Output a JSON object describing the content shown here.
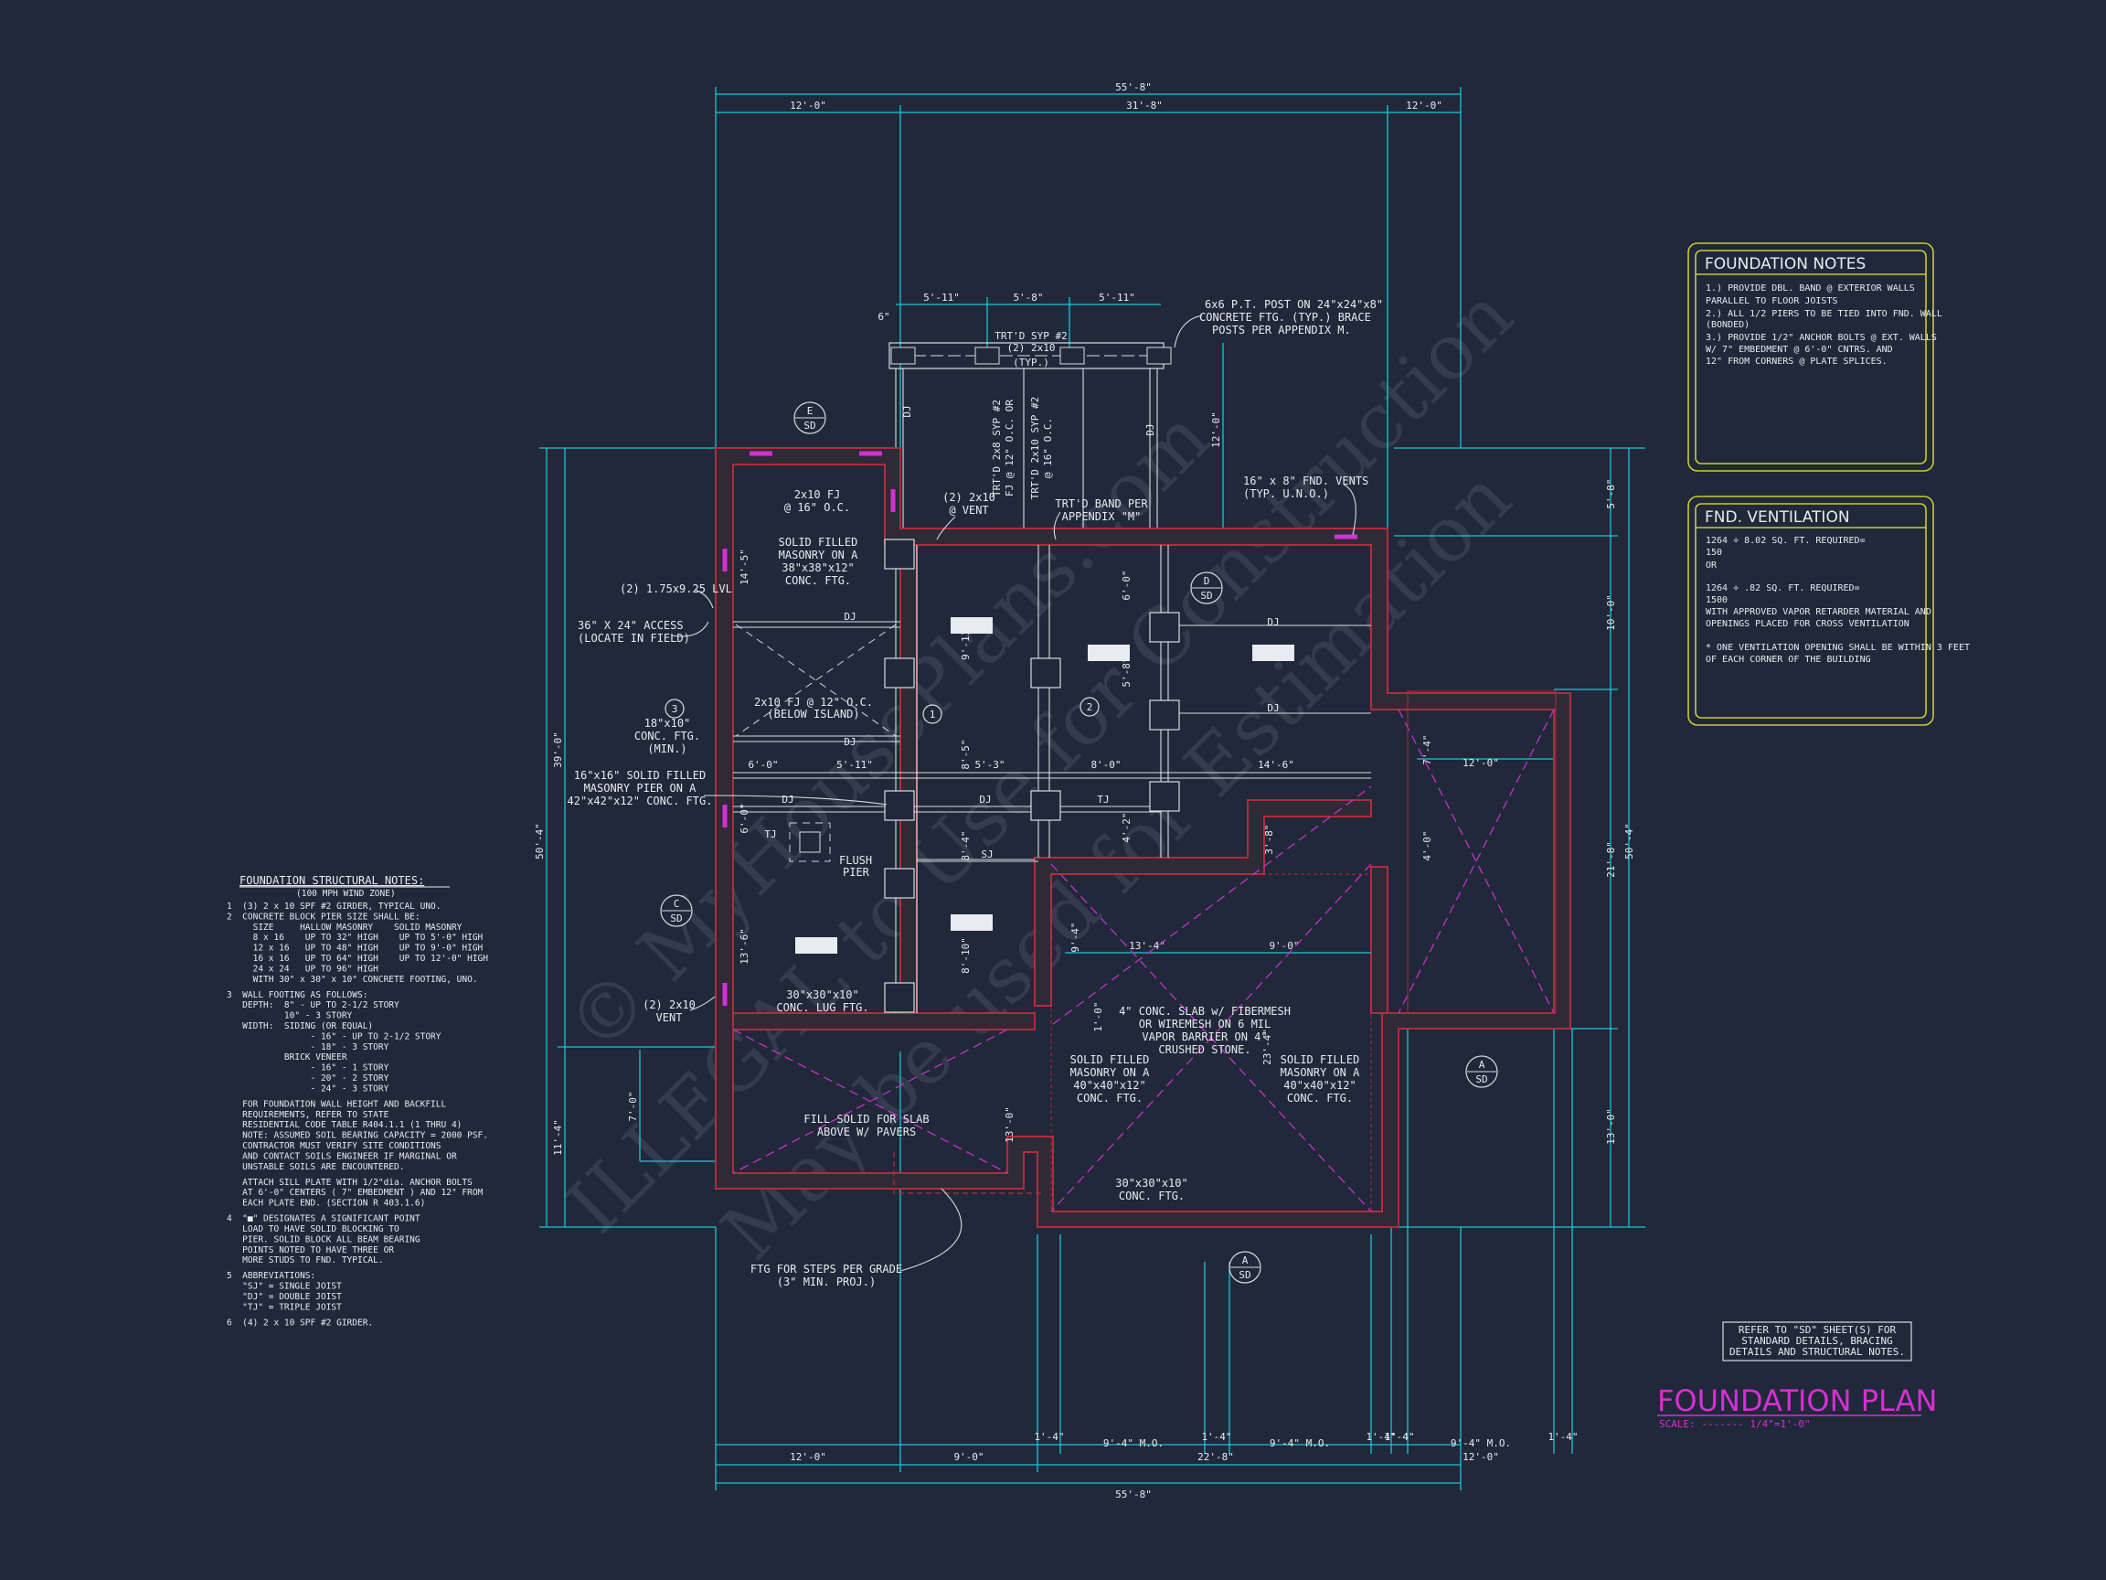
{
  "title": "FOUNDATION PLAN",
  "scale": "SCALE: ------- 1/4\"=1'-0\"",
  "refer_note": [
    "REFER TO \"SD\" SHEET(S) FOR",
    "STANDARD DETAILS, BRACING",
    "DETAILS AND STRUCTURAL NOTES."
  ],
  "watermarks": [
    "© MyHousePlans.com",
    "ILLEGAL to Use for Construction",
    "May be used for Estimation"
  ],
  "foundation_notes": {
    "title": "FOUNDATION NOTES",
    "lines": [
      "1.) PROVIDE DBL. BAND @ EXTERIOR WALLS",
      "    PARALLEL TO FLOOR JOISTS",
      "2.) ALL 1/2 PIERS TO BE TIED INTO FND. WALL",
      "    (BONDED)",
      "3.) PROVIDE 1/2\" ANCHOR BOLTS @ EXT. WALLS",
      "    W/ 7\" EMBEDMENT @ 6'-0\" CNTRS. AND",
      "    12\" FROM CORNERS @ PLATE SPLICES."
    ]
  },
  "fnd_ventilation": {
    "title": "FND. VENTILATION",
    "lines": [
      "1264 ÷ 8.02 SQ. FT. REQUIRED=",
      "150",
      "          OR",
      "1264 ÷ .82 SQ. FT. REQUIRED=",
      "1500",
      "WITH APPROVED VAPOR RETARDER MATERIAL AND",
      "OPENINGS PLACED FOR CROSS VENTILATION",
      "",
      "* ONE VENTILATION OPENING SHALL BE WITHIN 3 FEET",
      "  OF EACH CORNER OF THE BUILDING"
    ]
  },
  "structural_notes": {
    "title": "FOUNDATION STRUCTURAL NOTES:",
    "subtitle": "(100 MPH WIND ZONE)",
    "lines": [
      "1  (3) 2 x 10 SPF #2 GIRDER, TYPICAL UNO.",
      "2  CONCRETE BLOCK PIER SIZE SHALL BE:",
      "     SIZE     HALLOW MASONRY    SOLID MASONRY",
      "     8 x 16    UP TO 32\" HIGH    UP TO 5'-0\" HIGH",
      "     12 x 16   UP TO 48\" HIGH    UP TO 9'-0\" HIGH",
      "     16 x 16   UP TO 64\" HIGH    UP TO 12'-0\" HIGH",
      "     24 x 24   UP TO 96\" HIGH",
      "     WITH 30\" x 30\" x 10\" CONCRETE FOOTING, UNO.",
      "3  WALL FOOTING AS FOLLOWS:",
      "   DEPTH:  8\" - UP TO 2-1/2 STORY",
      "           10\" - 3 STORY",
      "   WIDTH:  SIDING (OR EQUAL)",
      "                - 16\" - UP TO 2-1/2 STORY",
      "                - 18\" - 3 STORY",
      "           BRICK VENEER",
      "                - 16\" - 1 STORY",
      "                - 20\" - 2 STORY",
      "                - 24\" - 3 STORY",
      "   FOR FOUNDATION WALL HEIGHT AND BACKFILL",
      "   REQUIREMENTS, REFER TO STATE",
      "   RESIDENTIAL CODE TABLE R404.1.1 (1 THRU 4)",
      "   NOTE: ASSUMED SOIL BEARING CAPACITY = 2000 PSF.",
      "   CONTRACTOR MUST VERIFY SITE CONDITIONS",
      "   AND CONTACT SOILS ENGINEER IF MARGINAL OR",
      "   UNSTABLE SOILS ARE ENCOUNTERED.",
      "   ATTACH SILL PLATE WITH 1/2\"dia. ANCHOR BOLTS",
      "   AT 6'-0\" CENTERS ( 7\" EMBEDMENT ) AND 12\" FROM",
      "   EACH PLATE END. (SECTION R 403.1.6)",
      "4  \"■\" DESIGNATES A SIGNIFICANT POINT",
      "   LOAD TO HAVE SOLID BLOCKING TO",
      "   PIER. SOLID BLOCK ALL BEAM BEARING",
      "   POINTS NOTED TO HAVE THREE OR",
      "   MORE STUDS TO FND. TYPICAL.",
      "5  ABBREVIATIONS:",
      "   \"SJ\" = SINGLE JOIST",
      "   \"DJ\" = DOUBLE JOIST",
      "   \"TJ\" = TRIPLE JOIST",
      "6  (4) 2 x 10 SPF #2 GIRDER."
    ]
  },
  "dimensions": {
    "overall_top": "55'-8\"",
    "top_left": "12'-0\"",
    "top_mid": "31'-8\"",
    "top_right": "12'-0\"",
    "porch_a": "5'-11\"",
    "porch_b": "5'-8\"",
    "porch_c": "5'-11\"",
    "porch_offset": "6\"",
    "overall_bottom": "55'-8\"",
    "bot_12a": "12'-0\"",
    "bot_9": "9'-0\"",
    "bot_22": "22'-8\"",
    "bot_12b": "12'-0\"",
    "bot_14a": "1'-4\"",
    "bot_9mo_a": "9'-4\" M.O.",
    "bot_14b": "1'-4\"",
    "bot_9mo_b": "9'-4\" M.O.",
    "bot_14c": "1'-4\"",
    "bot_14d": "1'-4\"",
    "bot_9mo_c": "9'-4\" M.O.",
    "bot_14e": "1'-4\"",
    "left_overall": "50'-4\"",
    "left_39": "39'-0\"",
    "left_114": "11'-4\"",
    "left_70": "7'-0\"",
    "right_overall": "50'-4\"",
    "right_58": "5'-8\"",
    "right_100": "10'-0\"",
    "right_218": "21'-8\"",
    "right_130": "13'-0\"",
    "right_120": "12'-0\"",
    "porch_side": "12'-0\"",
    "int_60": "6'-0\"",
    "int_511": "5'-11\"",
    "int_53": "5'-3\"",
    "int_80": "8'-0\"",
    "int_146": "14'-6\"",
    "int_135": "13'-4\"",
    "int_90": "9'-0\"",
    "int_145": "14'-5\"",
    "int_136": "13'-6\"",
    "int_85": "8'-5\"",
    "int_84": "8'-4\"",
    "int_810": "8'-10\"",
    "int_911": "9'-11\"",
    "int_60b": "6'-0\"",
    "int_58b": "5'-8\"",
    "int_42": "4'-2\"",
    "int_38": "3'-8\"",
    "int_40": "4'-0\"",
    "int_74": "7'-4\"",
    "int_94": "9'-4\"",
    "int_234": "23'-4\"",
    "int_130": "13'-0\"",
    "int_10": "1'-0\""
  },
  "callouts": {
    "post": [
      "6x6 P.T. POST ON 24\"x24\"x8\"",
      "CONCRETE FTG. (TYP.) BRACE",
      "POSTS PER APPENDIX M."
    ],
    "trtd_typ": [
      "TRT'D SYP #2",
      "(2) 2x10",
      "(TYP.)"
    ],
    "fj_vert": [
      "TRT'D 2x8 SYP #2",
      "FJ @ 12\" O.C. OR",
      "TRT'D 2x10 SYP #2",
      "@ 16\" O.C."
    ],
    "fj_2x10": [
      "2x10 FJ",
      "@ 16\" O.C."
    ],
    "vent_2x10": [
      "(2) 2x10",
      "@ VENT"
    ],
    "trtd_band": [
      "TRT'D BAND PER",
      "APPENDIX \"M\""
    ],
    "fnd_vents": [
      "16\" x 8\" FND. VENTS",
      "(TYP. U.N.O.)"
    ],
    "solid_filled_38": [
      "SOLID FILLED",
      "MASONRY ON A",
      "38\"x38\"x12\"",
      "CONC. FTG."
    ],
    "lvl": "(2) 1.75x9.25 LVL",
    "access": [
      "36\" X 24\" ACCESS",
      "(LOCATE IN FIELD)"
    ],
    "ftg_18": [
      "18\"x10\"",
      "CONC. FTG.",
      "(MIN.)"
    ],
    "fj_island": [
      "2x10 FJ @ 12\" O.C.",
      "(BELOW ISLAND)"
    ],
    "pier_16": [
      "16\"x16\" SOLID FILLED",
      "MASONRY PIER ON A",
      "42\"x42\"x12\" CONC. FTG."
    ],
    "flush_pier": [
      "FLUSH",
      "PIER"
    ],
    "lug_ftg": [
      "30\"x30\"x10\"",
      "CONC. LUG FTG."
    ],
    "vent_left": [
      "(2) 2x10",
      "VENT"
    ],
    "slab": [
      "4\" CONC. SLAB w/ FIBERMESH",
      "OR WIREMESH ON 6 MIL",
      "VAPOR BARRIER ON 4\"",
      "CRUSHED STONE."
    ],
    "solid_filled_40a": [
      "SOLID FILLED",
      "MASONRY ON A",
      "40\"x40\"x12\"",
      "CONC. FTG."
    ],
    "solid_filled_40b": [
      "SOLID FILLED",
      "MASONRY ON A",
      "40\"x40\"x12\"",
      "CONC. FTG."
    ],
    "fill_solid": [
      "FILL SOLID FOR SLAB",
      "ABOVE W/ PAVERS"
    ],
    "ftg_30": [
      "30\"x30\"x10\"",
      "CONC. FTG."
    ],
    "steps": [
      "FTG FOR STEPS PER GRADE",
      "(3\" MIN. PROJ.)"
    ],
    "dj": "DJ",
    "tj": "TJ",
    "sj": "SJ"
  },
  "section_marks": {
    "e": [
      "E",
      "SD"
    ],
    "d": [
      "D",
      "SD"
    ],
    "c": [
      "C",
      "SD"
    ],
    "a1": [
      "A",
      "SD"
    ],
    "a2": [
      "A",
      "SD"
    ]
  },
  "note_tags": [
    "1",
    "2",
    "3"
  ]
}
